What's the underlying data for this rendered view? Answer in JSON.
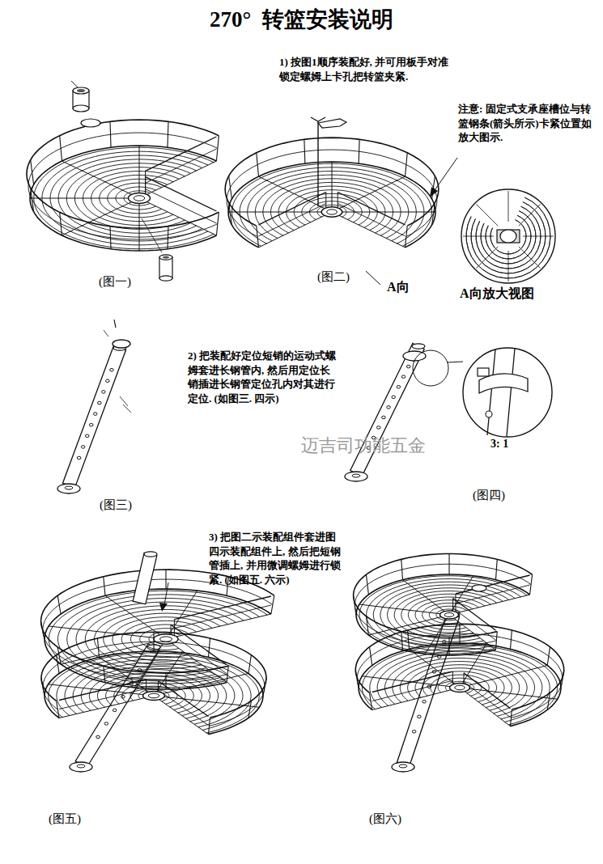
{
  "diagram": {
    "title": "270°  转篮安装说明",
    "labels": [
      "1) 按图1顺序装配好, 并可用板手对准锁定螺姆上卡孔把转篮夹紧.",
      "注意: 固定式支承座槽位与转篮钢条(箭头所示)卡紧位置如放大图示.",
      "(图一)",
      "(图二)",
      "A向",
      "A向放大视图",
      "2) 把装配好定位短销的运动式螺姆套进长钢管内, 然后用定位长销插进长钢管定位孔内对其进行定位. (如图三. 四示)",
      "迈吉司功能五金",
      "3: 1",
      "(图三)",
      "(图四)",
      "3) 把图二示装配组件套进图四示装配组件上, 然后把短钢管插上, 并用微调螺姆进行锁紧. (如图五. 六示)",
      "(图五)",
      "(图六)"
    ]
  }
}
